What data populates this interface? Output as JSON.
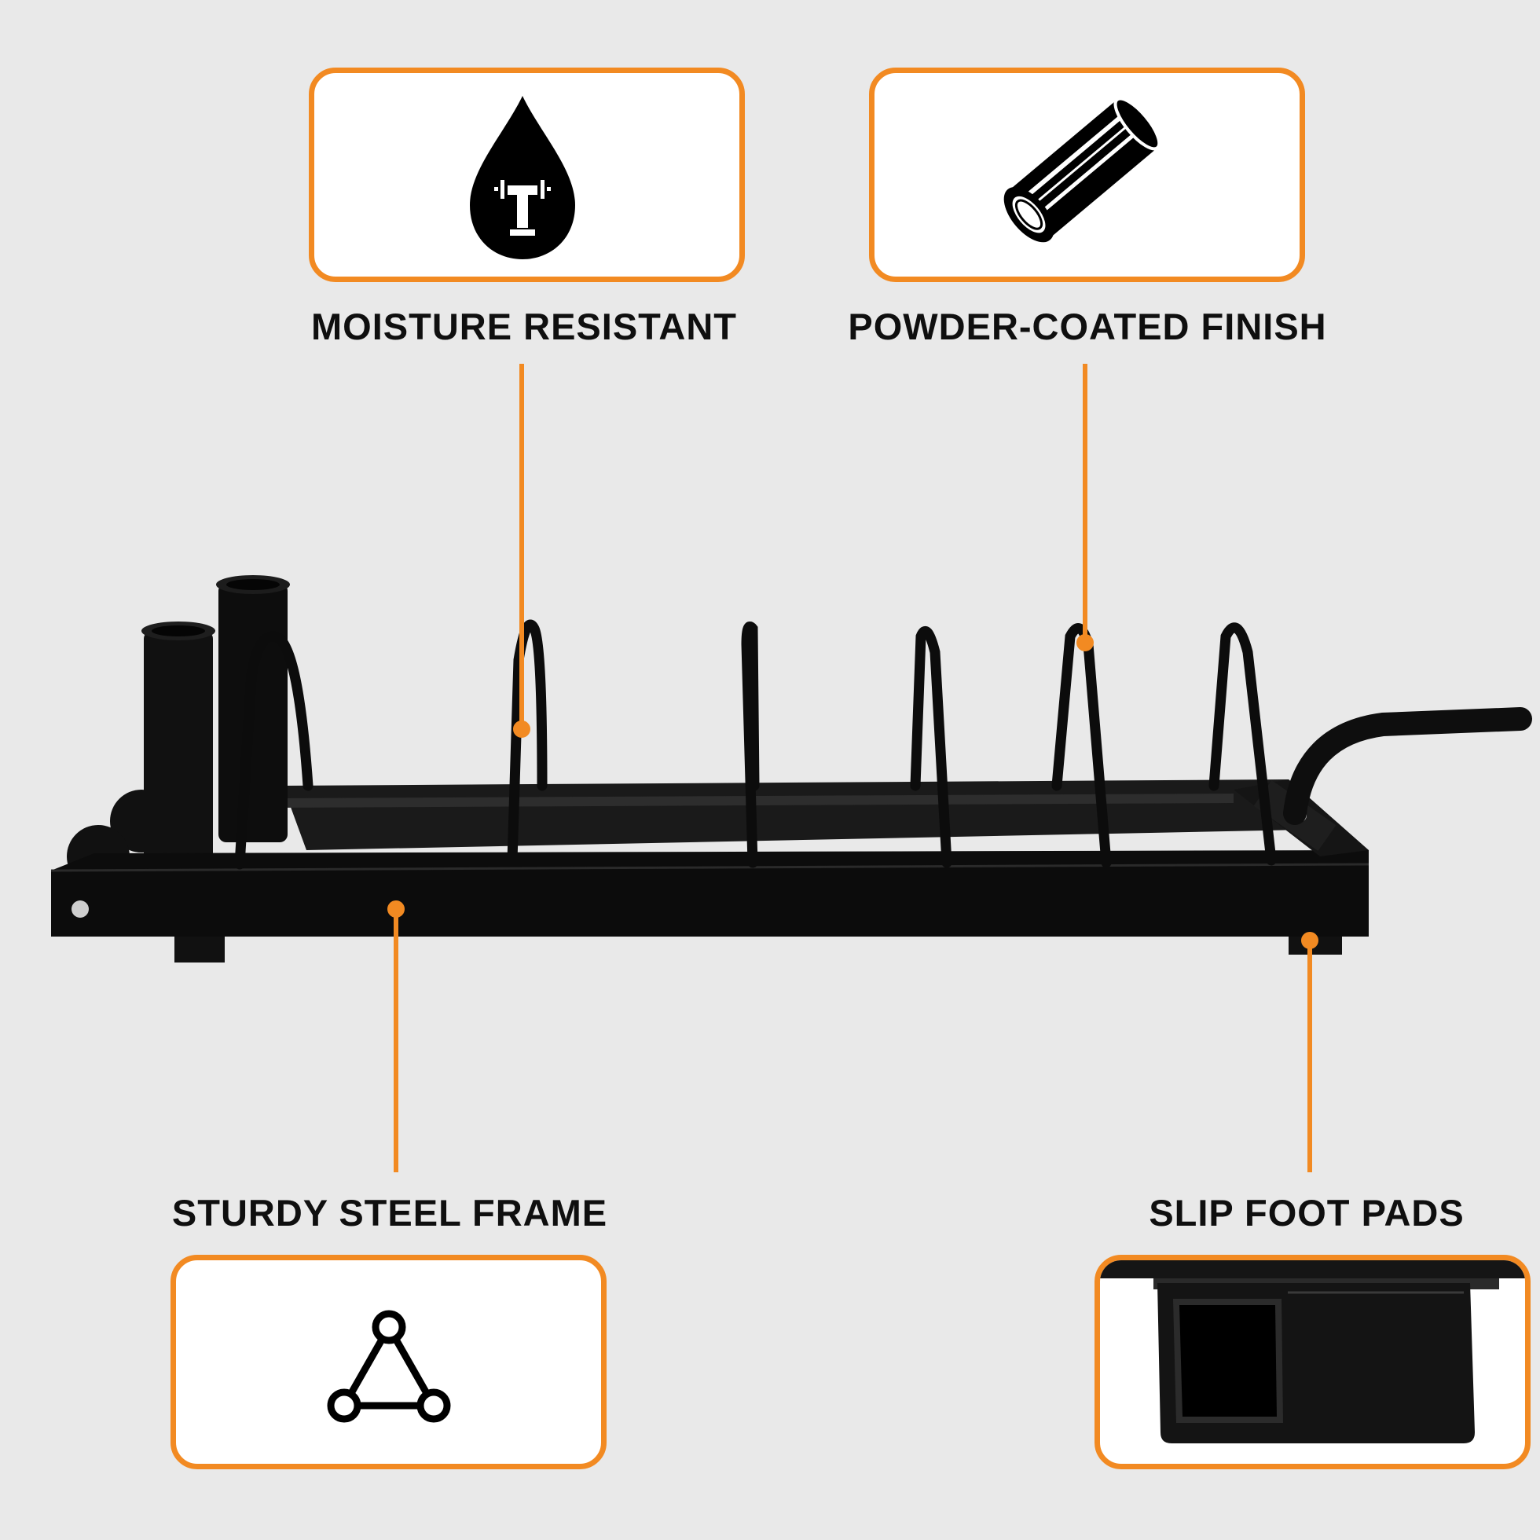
{
  "accent_color": "#f28a22",
  "features": [
    {
      "label": "MOISTURE RESISTANT",
      "icon": "water-drop-dumbbell-icon"
    },
    {
      "label": "POWDER-COATED FINISH",
      "icon": "steel-tube-icon"
    },
    {
      "label": "STURDY STEEL FRAME",
      "icon": "triangle-frame-icon"
    },
    {
      "label": "SLIP FOOT PADS",
      "icon": "square-tube-foot-icon"
    }
  ],
  "product": {
    "name": "plate-storage-rack",
    "color": "#0e0e0e"
  }
}
